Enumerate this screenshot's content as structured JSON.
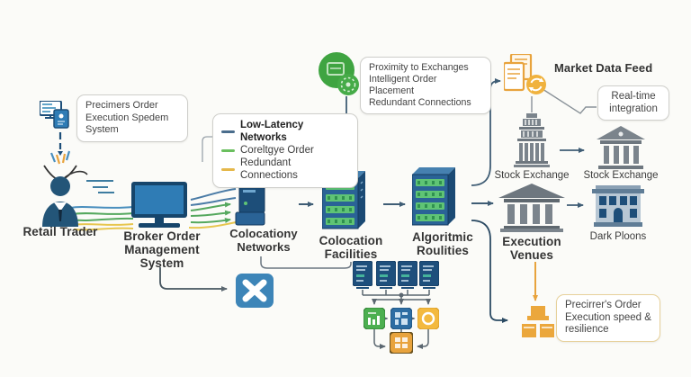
{
  "colors": {
    "navy": "#1d4e79",
    "blue": "#2f7cb5",
    "green": "#43a047",
    "yellow": "#e8a33d",
    "slate_line": "#3f5d75",
    "green_line": "#55a85e",
    "yellow_line": "#e7c64f",
    "gray_line": "#6b7680",
    "building_gray": "#7b848c"
  },
  "legend": {
    "items": [
      {
        "label": "Low-Latency Networks",
        "color": "#4a6d8c"
      },
      {
        "label": "Coreltgye Order",
        "color": "#6abf5e"
      },
      {
        "label": "Redundant Connections",
        "color": "#e5b84b"
      }
    ]
  },
  "callouts": {
    "pretrade": {
      "lines": [
        "Precimers Order",
        "Execution Spedem",
        "System"
      ]
    },
    "proximity": {
      "lines": [
        "Proximity to Exchanges",
        "Intelligent Order Placement",
        "Redundant Connections"
      ]
    },
    "realtime": {
      "lines": [
        "Real-time",
        "integration"
      ]
    },
    "outcome": {
      "lines": [
        "Precirrer's Order",
        "Execution speed &",
        "resilience"
      ]
    }
  },
  "nodes": {
    "retail_trader": {
      "label": "Retail Trader"
    },
    "broker_oms": {
      "lines": [
        "Broker Order",
        "Management",
        "System"
      ]
    },
    "colocation_networks": {
      "lines": [
        "Colocationy",
        "Networks"
      ]
    },
    "colocation_facilities": {
      "lines": [
        "Colocation",
        "Facilities"
      ]
    },
    "algorithmic_routing": {
      "lines": [
        "Algoritmic",
        "Roulities"
      ]
    },
    "execution_venues": {
      "lines": [
        "Execution",
        "Venues"
      ]
    },
    "stock_exchange_primary": {
      "label": "Stock Exchange"
    },
    "stock_exchange_secondary": {
      "label": "Stock Exchange"
    },
    "dark_pools": {
      "label": "Dark Ploons"
    },
    "market_data_feed": {
      "label": "Market Data Feed"
    }
  },
  "icons": {
    "retail_trader": "person-icon",
    "pretrade_note": "monitor-document-icon",
    "broker_oms": "desktop-monitor-icon",
    "colocation_networks": "network-server-wifi-icon",
    "colocation_facilities": "server-rack-icon",
    "algorithmic_routing": "server-rack-icon",
    "proximity": "green-coins-icon",
    "market_data_feed": "documents-refresh-icon",
    "stock_exchange_primary": "tall-bank-building-icon",
    "stock_exchange_secondary": "bank-building-icon",
    "execution_venues": "bank-building-icon",
    "dark_pools": "building-windows-icon",
    "order_router": "crossed-arrows-icon",
    "outcome": "podium-icon",
    "feed_terminals": "document-terminal-icon",
    "tile_green": "chart-tile-icon",
    "tile_blue": "circuit-tile-icon",
    "tile_yellow": "ring-tile-icon",
    "tile_bottom": "grid-tile-icon"
  }
}
